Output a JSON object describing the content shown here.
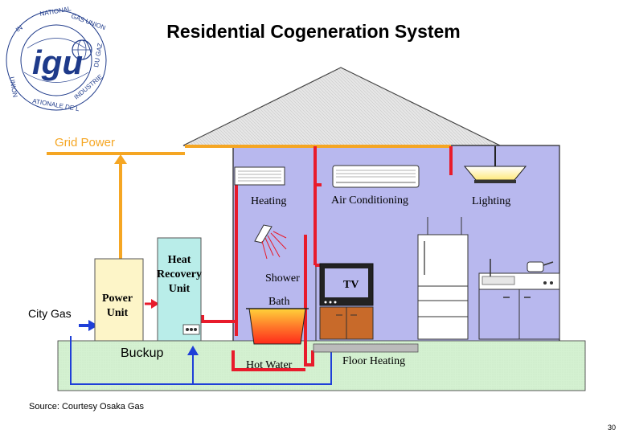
{
  "title": "Residential Cogeneration System",
  "logo_text": "INTERNATIONAL GAS UNION · UNION INTERNATIONALE DE L'INDUSTRIE DU GAZ",
  "labels": {
    "grid_power": "Grid Power",
    "city_gas": "City Gas",
    "power_unit_1": "Power",
    "power_unit_2": "Unit",
    "heat_recovery_1": "Heat",
    "heat_recovery_2": "Recovery",
    "heat_recovery_3": "Unit",
    "backup": "Buckup",
    "heating": "Heating",
    "air_conditioning": "Air Conditioning",
    "lighting": "Lighting",
    "shower": "Shower",
    "bath": "Bath",
    "tv": "TV",
    "hot_water": "Hot Water",
    "floor_heating": "Floor Heating"
  },
  "source": "Source: Courtesy Osaka Gas",
  "page_number": "30",
  "colors": {
    "power_line": "#f5a623",
    "hot_line": "#e81b2b",
    "cold_line": "#1f3fd8",
    "house_wall": "#b8b8ee",
    "roof": "#dcdcdc",
    "ground": "#d2f0d0",
    "power_unit": "#fdf5c8",
    "heat_recovery_unit": "#b9ede9"
  }
}
